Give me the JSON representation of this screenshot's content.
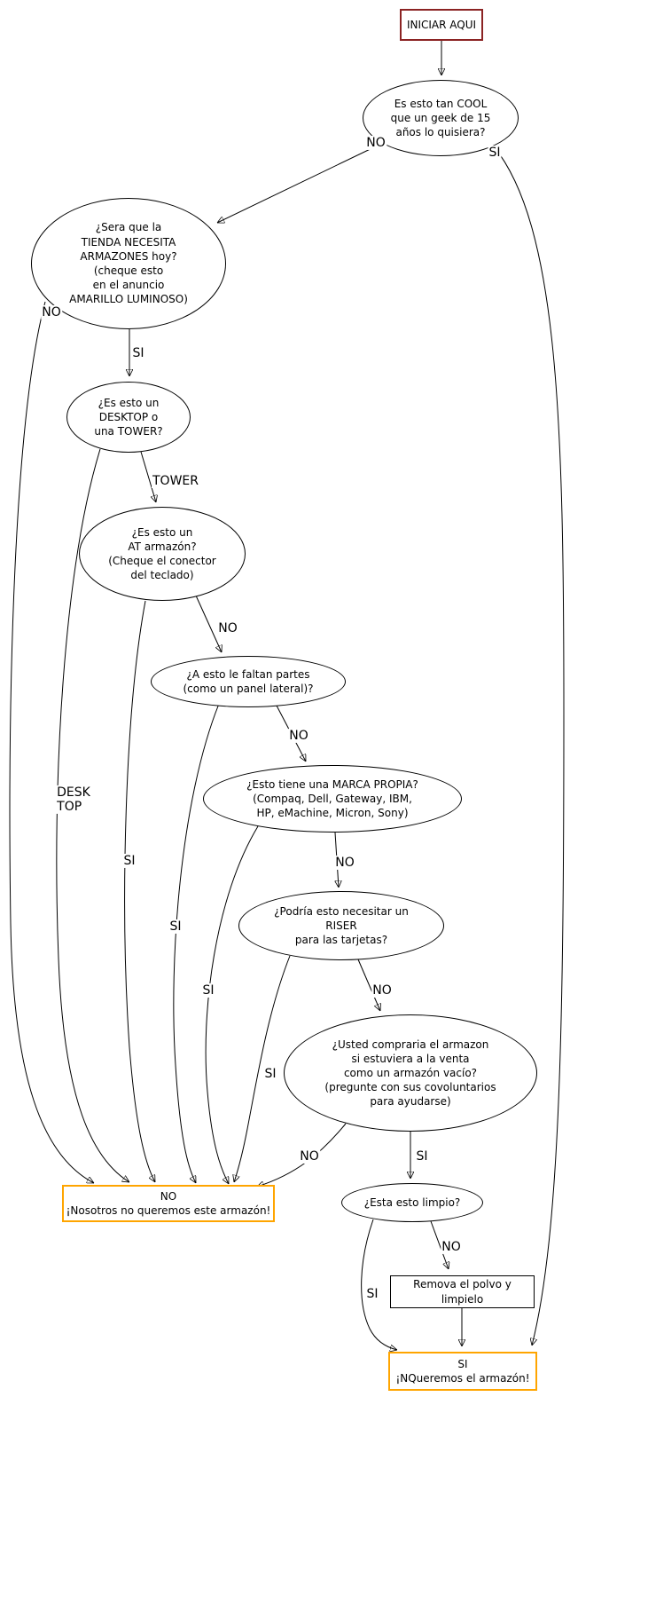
{
  "colors": {
    "start_border": "#8b2323",
    "terminal_border": "#ffa500",
    "node_border": "#000000",
    "edge": "#000000",
    "background": "#ffffff"
  },
  "nodes": {
    "start": "INICIAR AQUI",
    "cool": "Es esto tan COOL\nque un geek de 15\naños lo quisiera?",
    "tienda": "¿Sera que la\nTIENDA NECESITA\nARMAZONES hoy?\n(cheque esto\nen el anuncio\nAMARILLO LUMINOSO)",
    "desktower": "¿Es esto un\nDESKTOP o\nuna TOWER?",
    "at": "¿Es esto un\nAT armazón?\n(Cheque el conector\ndel teclado)",
    "faltan": "¿A esto le faltan partes\n(como un panel lateral)?",
    "marca": "¿Esto tiene una MARCA PROPIA?\n(Compaq, Dell, Gateway, IBM,\nHP, eMachine, Micron, Sony)",
    "riser": "¿Podría esto necesitar un\nRISER\npara las tarjetas?",
    "compraria": "¿Usted compraria el armazon\nsi estuviera a la venta\ncomo un armazón vacío?\n(pregunte con sus covoluntarios\npara ayudarse)",
    "no_box": "NO\n¡Nosotros no queremos este armazón!",
    "limpio": "¿Esta esto limpio?",
    "remova": "Remova el polvo y limpielo",
    "si_box": "SI\n¡NQueremos el armazón!"
  },
  "edge_labels": {
    "cool_tienda": "NO",
    "cool_si": "SI",
    "tienda_desktower": "SI",
    "tienda_no": "NO",
    "desktower_at": "TOWER",
    "desktower_no": "DESK\nTOP",
    "at_faltan": "NO",
    "at_no": "SI",
    "faltan_marca": "NO",
    "faltan_no": "SI",
    "marca_riser": "NO",
    "marca_no": "SI",
    "riser_compraria": "NO",
    "riser_no": "SI",
    "compraria_no": "NO",
    "compraria_limpio": "SI",
    "limpio_remova": "NO",
    "limpio_si": "SI"
  }
}
